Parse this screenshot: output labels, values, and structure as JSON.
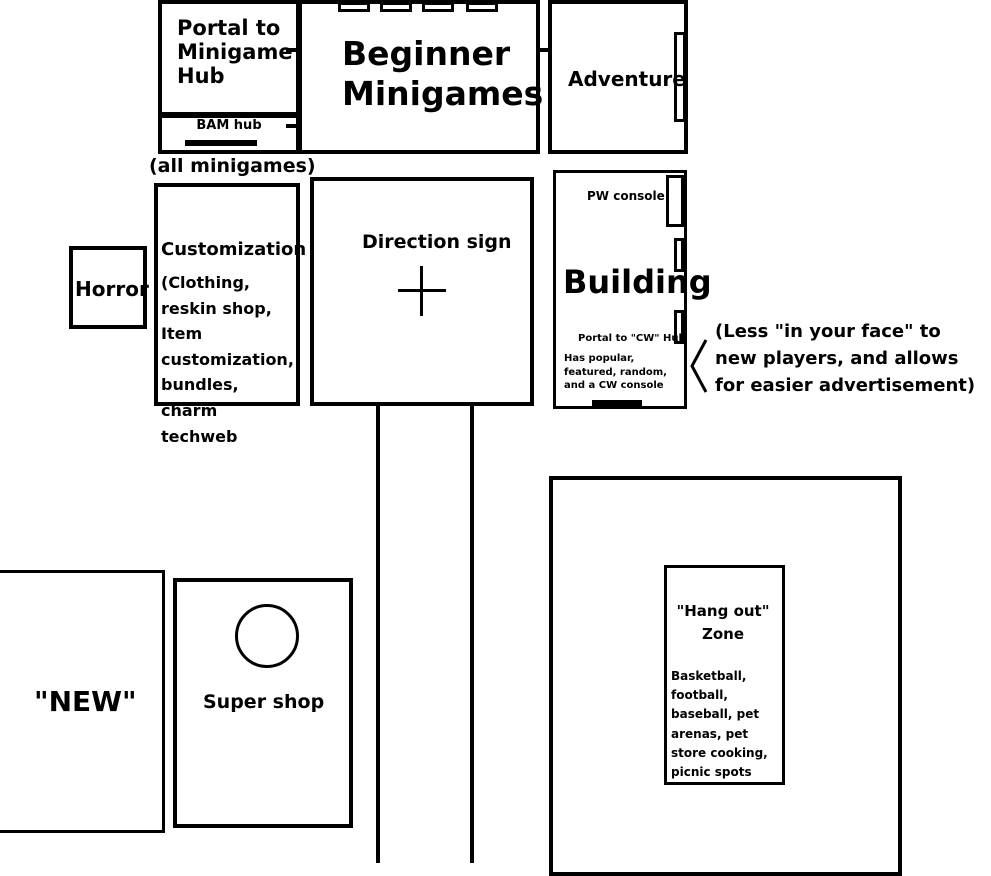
{
  "portal_minigame_hub": "Portal to Minigame Hub",
  "bam_hub": "BAM hub",
  "bam_note": "(all minigames)",
  "beginner_minigames": "Beginner Minigames",
  "adventure": "Adventure",
  "horror": "Horror",
  "customization": {
    "title": "Customization",
    "desc": "(Clothing, reskin shop, Item customization, bundles, charm techweb"
  },
  "direction_sign": "Direction sign",
  "building": {
    "pw_console": "PW console",
    "title": "Building",
    "portal": "Portal to \"CW\" Hub",
    "desc": "Has popular, featured, random, and a CW console"
  },
  "building_note": "(Less \"in your face\" to new players, and allows for easier advertisement)",
  "new_zone": "\"NEW\"",
  "super_shop": "Super shop",
  "hangout": {
    "title": "\"Hang out\" Zone",
    "desc": "Basketball, football, baseball, pet arenas, pet store cooking, picnic spots"
  }
}
